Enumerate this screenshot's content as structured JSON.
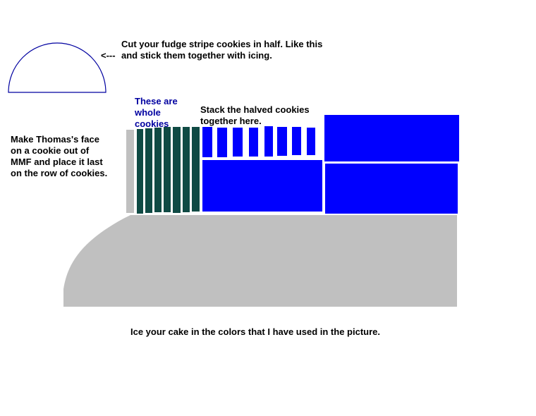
{
  "instructions": {
    "cut_cookies": "Cut your fudge stripe cookies in half. Like this\nand stick them together with icing.",
    "arrow": "<---",
    "whole_cookies": "These are\nwhole\ncookies",
    "stack_halved": "Stack the halved cookies\ntogether here.",
    "thomas_face": "Make Thomas's face\non a cookie out of\nMMF and place it last\non the row of cookies.",
    "ice_cake": "Ice your cake in the colors that I have used in the picture."
  },
  "colors": {
    "cake_gray": "#C0C0C0",
    "whole_cookie_green": "#0F4A44",
    "halved_cookie_blue": "#0000FF",
    "semicircle_stroke": "#0000A0",
    "label_blue": "#0000A0"
  },
  "icons": {
    "half_cookie": "semicircle-outline",
    "pointer": "left-arrow"
  }
}
